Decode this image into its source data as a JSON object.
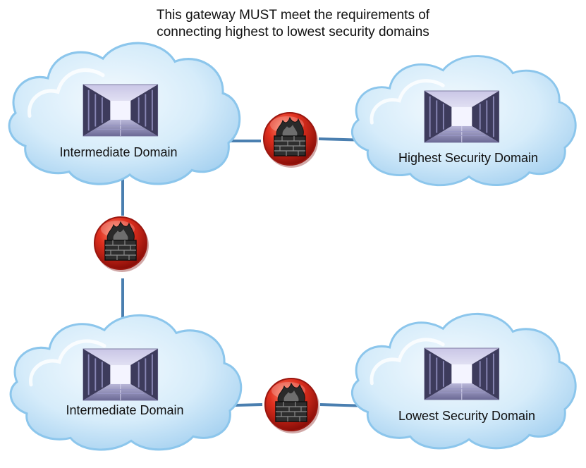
{
  "title": {
    "line1": "This gateway MUST meet the requirements of",
    "line2": "connecting highest to lowest security domains"
  },
  "domains": [
    {
      "label": "Intermediate Domain",
      "icon": "server-room-icon"
    },
    {
      "label": "Highest Security Domain",
      "icon": "server-room-icon"
    },
    {
      "label": "Intermediate Domain",
      "icon": "server-room-icon"
    },
    {
      "label": "Lowest Security Domain",
      "icon": "server-room-icon"
    }
  ],
  "gateways": [
    {
      "icon": "firewall-icon"
    },
    {
      "icon": "firewall-icon"
    },
    {
      "icon": "firewall-icon"
    }
  ],
  "colors": {
    "cloud_light": "#eaf5fd",
    "cloud_mid": "#bfe0f7",
    "cloud_edge": "#7fbde8",
    "link": "#4a7fb0",
    "firewall_red": "#d8261c",
    "firewall_dark": "#8c0f0a"
  }
}
